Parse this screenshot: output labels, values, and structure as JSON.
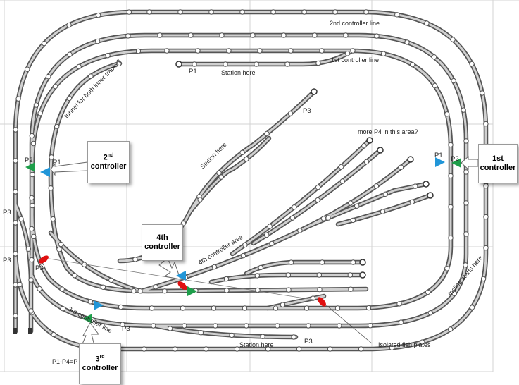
{
  "labels": {
    "second_controller_line": "2nd controller line",
    "first_controller_line": "1st controller line",
    "station_here_top": "Station here",
    "station_here_diag": "Station here",
    "station_here_bottom": "Station here",
    "tunnel": "tunnel for both inner tracks?",
    "more_p4": "more P4 in this area?",
    "fourth_area": "4th controller area",
    "third_line": "3rd controller line",
    "incline": "Incline starts here",
    "isolated": "Isolated fish plates",
    "footnote": "P1-P4=P"
  },
  "points": {
    "p1_top": "P1",
    "p2_left": "P2",
    "p1_left": "P1",
    "p3_left": "P3",
    "p3_left2": "P3",
    "p3_left3": "P3",
    "p3_diag": "P3",
    "p3_bottom": "P3",
    "p3_bottom2": "P3",
    "p1_right": "P1",
    "p2_right": "P2"
  },
  "callouts": {
    "second": {
      "num": "2",
      "sup": "nd",
      "word": "controller"
    },
    "first": {
      "line1": "1st",
      "line2": "controller"
    },
    "fourth": {
      "line1": "4th",
      "line2": "controller"
    },
    "third": {
      "num": "3",
      "sup": "rd",
      "word": "controller"
    }
  },
  "colors": {
    "track_rail": "#555555",
    "track_bed": "#d0d0d0",
    "blue_marker": "#2196d8",
    "green_marker": "#1e9e4a",
    "isolation_red": "#e01010"
  }
}
